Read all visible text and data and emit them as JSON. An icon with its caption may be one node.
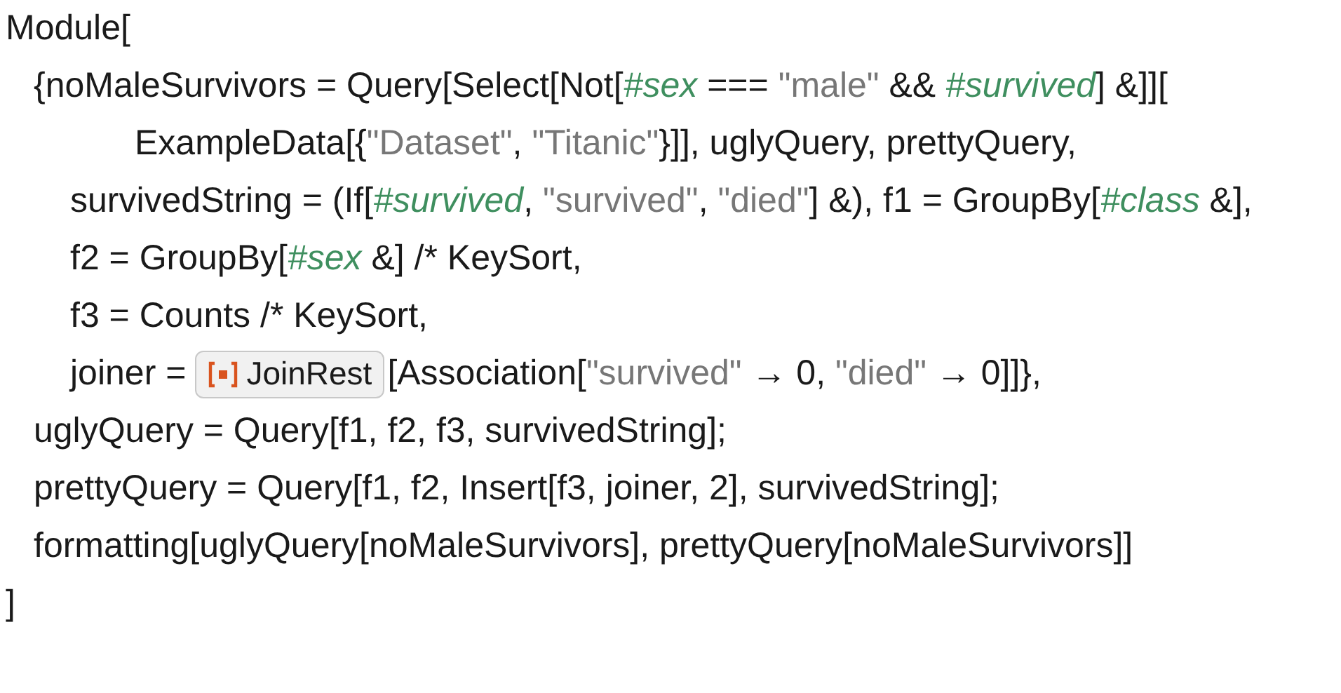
{
  "diagram": {
    "nodes": [
      {
        "text": [
          "JoinRest"
        ]
      }
    ],
    "labels": [
      "Module[",
      "{noMaleSurvivors = Query[Select[Not[#sex === \"male\" && #survived] &]][",
      "ExampleData[{\"Dataset\", \"Titanic\"}]], uglyQuery, prettyQuery,",
      "survivedString = (If[#survived, \"survived\", \"died\"] &), f1 = GroupBy[#class &],",
      "f2 = GroupBy[#sex &] /* KeySort,",
      "f3 = Counts /* KeySort,",
      "joiner =",
      "[Association[\"survived\" → 0, \"died\" → 0]]},",
      "uglyQuery = Query[f1, f2, f3, survivedString];",
      "prettyQuery = Query[f1, f2, Insert[f3, joiner, 2], survivedString];",
      "formatting[uglyQuery[noMaleSurvivors], prettyQuery[noMaleSurvivors]]",
      "]"
    ]
  }
}
